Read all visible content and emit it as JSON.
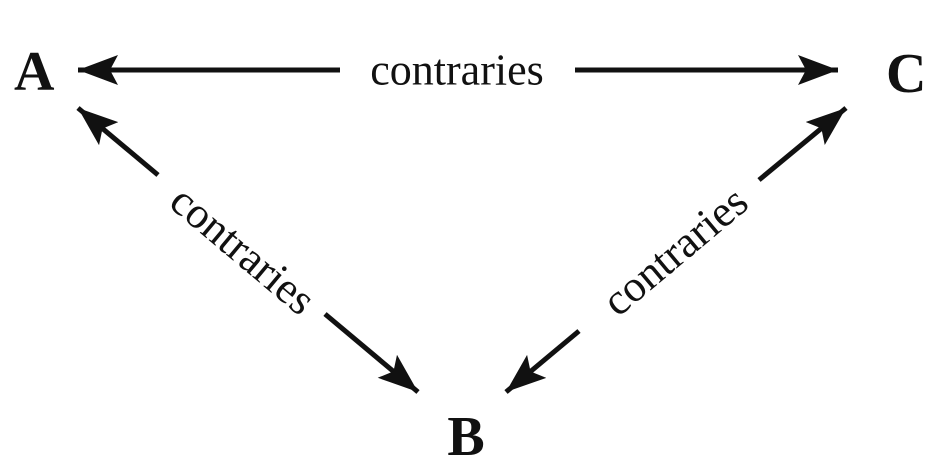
{
  "diagram": {
    "nodes": {
      "a": {
        "label": "A"
      },
      "b": {
        "label": "B"
      },
      "c": {
        "label": "C"
      }
    },
    "edges": {
      "ac": {
        "label": "contraries"
      },
      "ab": {
        "label": "contraries"
      },
      "bc": {
        "label": "contraries"
      }
    },
    "colors": {
      "ink": "#111111",
      "background": "#ffffff"
    }
  }
}
